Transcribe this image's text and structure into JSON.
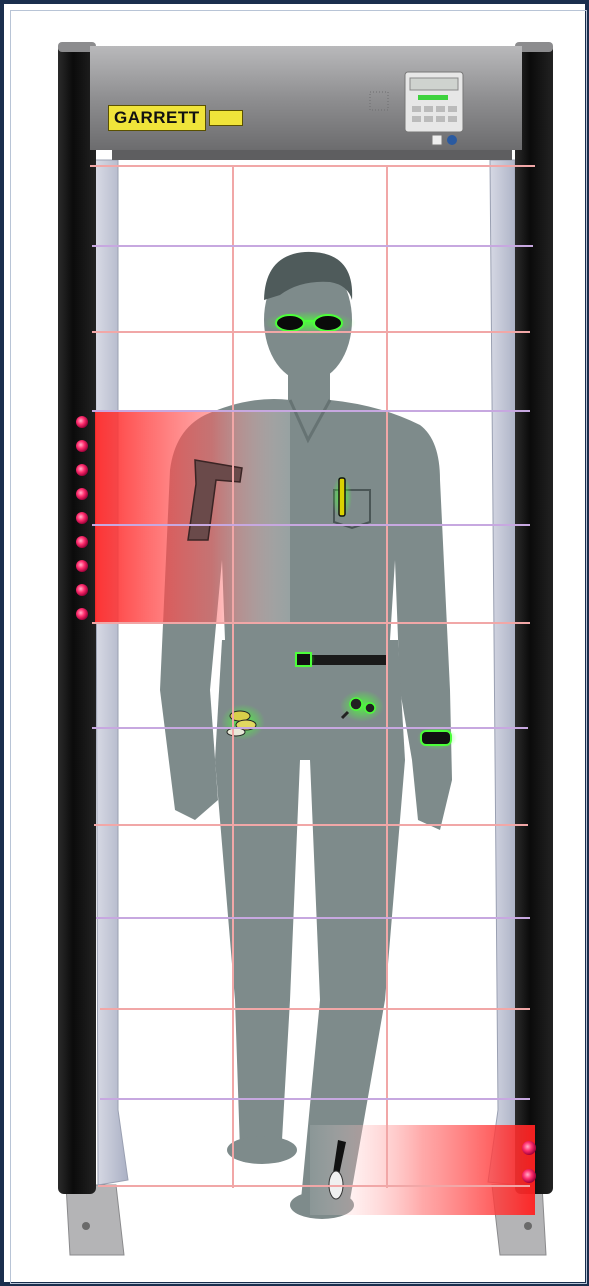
{
  "scene": {
    "description_free": true,
    "brand": {
      "name": "GARRETT",
      "sub_label": ""
    },
    "colors": {
      "border": "#1a2e4d",
      "pillar": "#111111",
      "panel_frame": "#c9ccd8",
      "header": "#8f8f91",
      "silhouette": "#7e8b8b",
      "detect_glow": "#4cff3a",
      "alert_zone": "#ff3b3b",
      "grid_pink": "#f1a7a7",
      "grid_violet": "#c7a8e0",
      "led": "#ff3d7a"
    },
    "icons": [
      "control-panel-icon",
      "pistol-icon",
      "pen-icon",
      "belt-buckle-icon",
      "keys-icon",
      "coins-icon",
      "watch-icon",
      "knife-icon",
      "sunglasses-icon"
    ],
    "leds": {
      "left_lit": 9,
      "right_lit": 2
    }
  }
}
